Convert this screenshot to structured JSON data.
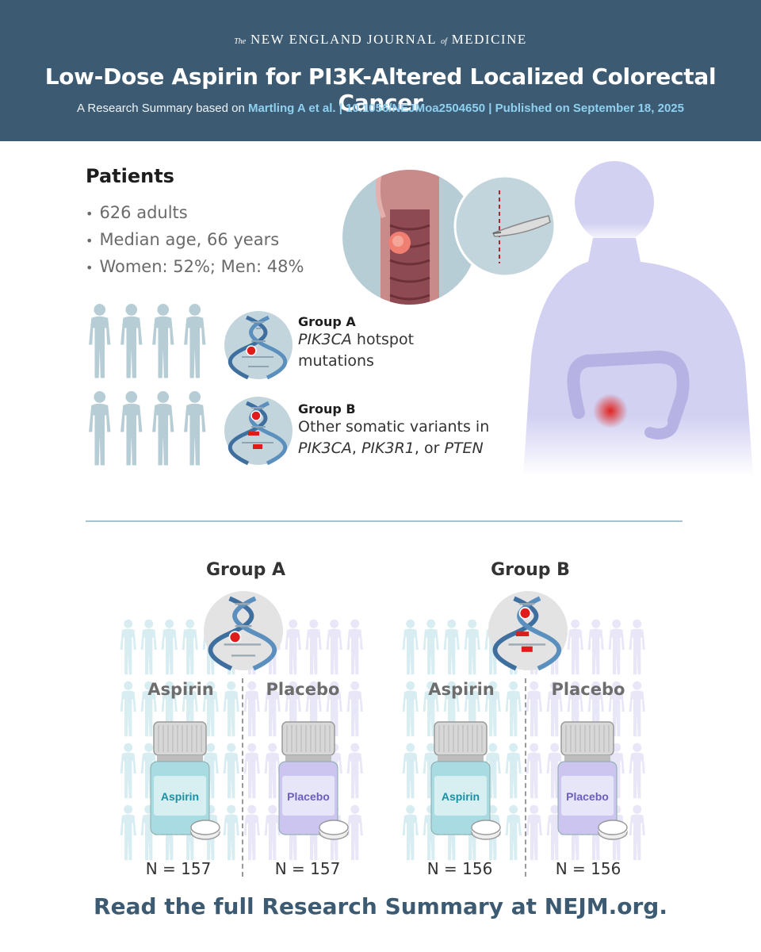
{
  "header": {
    "journal_the": "The",
    "journal_name": "NEW ENGLAND JOURNAL",
    "journal_of": "of",
    "journal_medicine": "MEDICINE",
    "title": "Low-Dose Aspirin for PI3K-Altered Localized Colorectal Cancer",
    "subtitle_prefix": "A Research Summary based on",
    "subtitle_citation": "Martling A et al. | 10.1056/NEJMoa2504650 | Published on September 18, 2025"
  },
  "patients": {
    "heading": "Patients",
    "items": [
      "626 adults",
      "Median age, 66 years",
      "Women: 52%; Men: 48%"
    ]
  },
  "groups": [
    {
      "label": "Group A",
      "desc_gene": "PIK3CA",
      "desc_rest": " hotspot",
      "desc_line2": "mutations"
    },
    {
      "label": "Group B",
      "desc_line1": "Other somatic variants in",
      "gene1": "PIK3CA",
      "sep1": ", ",
      "gene2": "PIK3R1",
      "sep2": ", or ",
      "gene3": "PTEN"
    }
  ],
  "randomization": [
    {
      "label": "Group A",
      "arms": [
        {
          "label": "Aspirin",
          "bottle_label": "Aspirin",
          "n": "N = 157"
        },
        {
          "label": "Placebo",
          "bottle_label": "Placebo",
          "n": "N = 157"
        }
      ]
    },
    {
      "label": "Group B",
      "arms": [
        {
          "label": "Aspirin",
          "bottle_label": "Aspirin",
          "n": "N = 156"
        },
        {
          "label": "Placebo",
          "bottle_label": "Placebo",
          "n": "N = 156"
        }
      ]
    }
  ],
  "footer": {
    "text": "Read the full Research Summary at NEJM.org."
  },
  "colors": {
    "header_bg": "#3c5b72",
    "citation": "#8fd0f0",
    "aspirin": "#a9dbe2",
    "placebo": "#cbc5ef",
    "figure": "#b7cdd6",
    "dna_bg": "#c3d5dc",
    "mutation": "#e01b1b"
  }
}
